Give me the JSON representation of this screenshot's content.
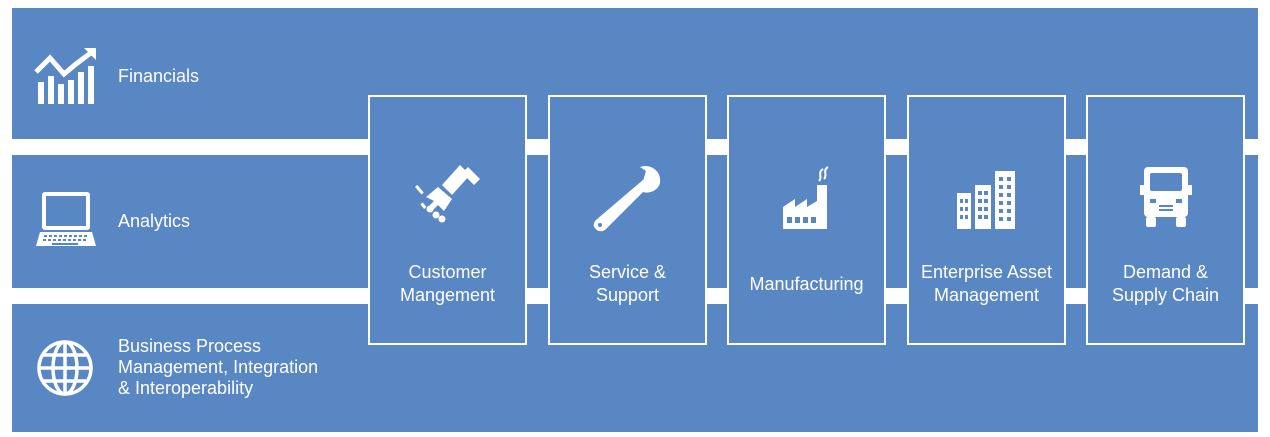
{
  "rows": [
    {
      "label": "Financials",
      "icon": "growth-chart-icon"
    },
    {
      "label": "Analytics",
      "icon": "laptop-icon"
    },
    {
      "label": "Business Process\nManagement, Integration\n& Interoperability",
      "icon": "globe-icon"
    }
  ],
  "tiles": [
    {
      "label": "Customer\nMangement",
      "icon": "handshake-icon"
    },
    {
      "label": "Service &\nSupport",
      "icon": "wrench-icon"
    },
    {
      "label": "Manufacturing",
      "icon": "factory-icon"
    },
    {
      "label": "Enterprise Asset\nManagement",
      "icon": "buildings-icon"
    },
    {
      "label": "Demand &\nSupply Chain",
      "icon": "truck-icon"
    }
  ],
  "colors": {
    "band": "#5887c4",
    "text": "#ffffff",
    "background": "#ffffff"
  }
}
